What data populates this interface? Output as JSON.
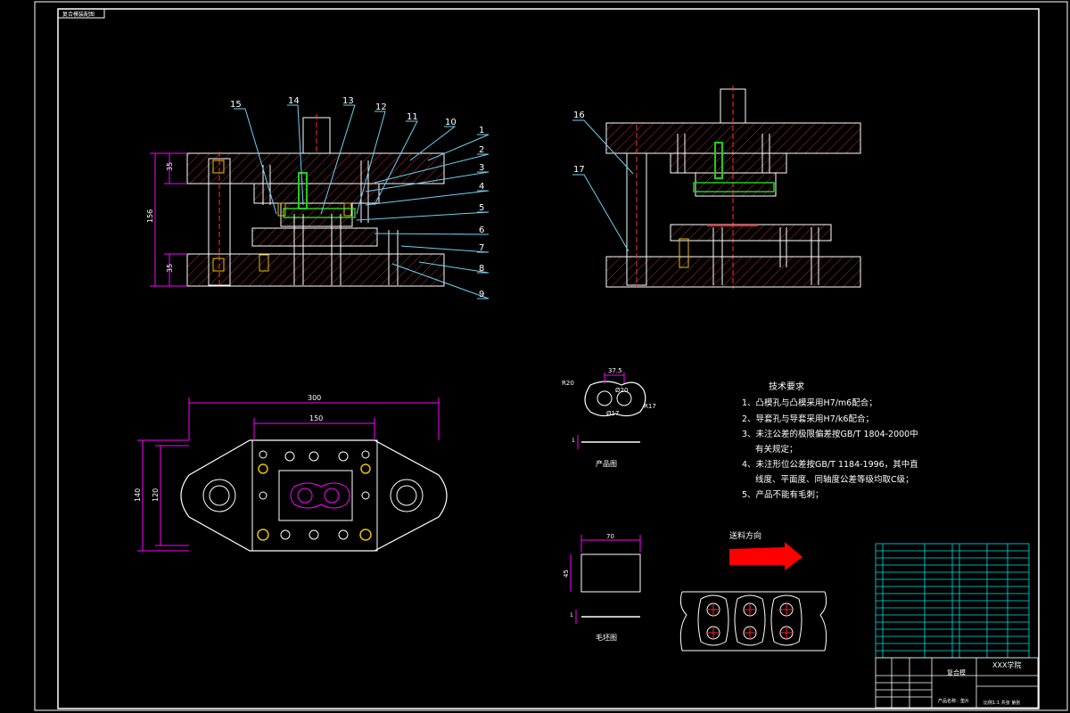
{
  "title_tag": "复合模装配图",
  "colors": {
    "background": "#000000",
    "frame": "#ffffff",
    "hatch": "#b03030",
    "part_line": "#ffffff",
    "dimension": "#ff00ff",
    "leader": "#6fd0f0",
    "green_part": "#22cc22",
    "yellow_part": "#e8c000",
    "table_line": "#00e0e0",
    "arrow": "#ff0000",
    "center_mark": "#ff2020"
  },
  "front_view": {
    "part_numbers": [
      "15",
      "14",
      "13",
      "12",
      "11",
      "10",
      "1",
      "2",
      "3",
      "4",
      "5",
      "6",
      "7",
      "8",
      "9"
    ],
    "dims": {
      "top_plate": "35",
      "height": "156",
      "bottom_plate": "35"
    }
  },
  "side_view": {
    "part_numbers": [
      "16",
      "17"
    ]
  },
  "plan_view": {
    "dims": {
      "outer_width": "300",
      "inner_width": "150",
      "outer_height": "140",
      "inner_height": "120"
    }
  },
  "product": {
    "dims": {
      "pitch": "37.5",
      "hole": "Ø20",
      "radius": "R20",
      "hole2": "Ø17",
      "radius2": "R17"
    },
    "label": "产品图",
    "thickness": "1"
  },
  "blank": {
    "width": "70",
    "height": "45",
    "label": "毛坯图",
    "thickness": "1"
  },
  "technical_requirements": {
    "heading": "技术要求",
    "items": [
      "1、凸模孔与凸模采用H7/m6配合；",
      "2、导套孔与导套采用H7/k6配合；",
      "3、未注公差的极限偏差按GB/T 1804-2000中",
      "有关规定；",
      "4、未注形位公差按GB/T 1184-1996，其中直",
      "线度、平面度、同轴度公差等级均取C级；",
      "5、产品不能有毛刺；"
    ]
  },
  "feed_direction": {
    "label": "送料方向"
  },
  "title_block": {
    "school": "XXX学院",
    "drawing_name": "复合模",
    "product_name": "产品名称：垫片",
    "scale_note": "比例1:1  共张 第张"
  }
}
